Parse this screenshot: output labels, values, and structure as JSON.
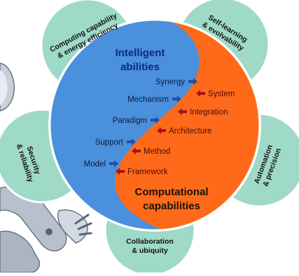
{
  "colors": {
    "petal": "#9fd9c8",
    "petal_stroke": "#ffffff",
    "intelligent_side": "#4a90dc",
    "computational_side": "#ff6a1a",
    "arrow_blue": "#1f4fa8",
    "arrow_red": "#a51418",
    "robot_metal": "#9aa5b4"
  },
  "petals": {
    "top_left": "Computing capability & energy efficiency",
    "top_left_lines": [
      "Computing capability",
      "& energy efficiency"
    ],
    "top_right": "Self-learning & evolvability",
    "top_right_lines": [
      "Self-learning",
      "& evolvability"
    ],
    "right": "Automation & precision",
    "right_lines": [
      "Automation",
      "& precision"
    ],
    "bottom": "Collaboration & ubiquity",
    "bottom_lines": [
      "Collaboration",
      "& ubiquity"
    ],
    "left": "Security & reliability",
    "left_lines": [
      "Security",
      "& reliability"
    ]
  },
  "intelligent": {
    "title_lines": [
      "Intelligent",
      "abilities"
    ],
    "items": [
      "Synergy",
      "Mechanism",
      "Paradigm",
      "Support",
      "Model"
    ]
  },
  "computational": {
    "title_lines": [
      "Computational",
      "capabilities"
    ],
    "items": [
      "System",
      "Integration",
      "Architecture",
      "Method",
      "Framework"
    ]
  },
  "icons": {
    "right_arrow": "arrow-right-icon",
    "left_arrow": "arrow-left-icon",
    "robot": "robot-illustration"
  }
}
